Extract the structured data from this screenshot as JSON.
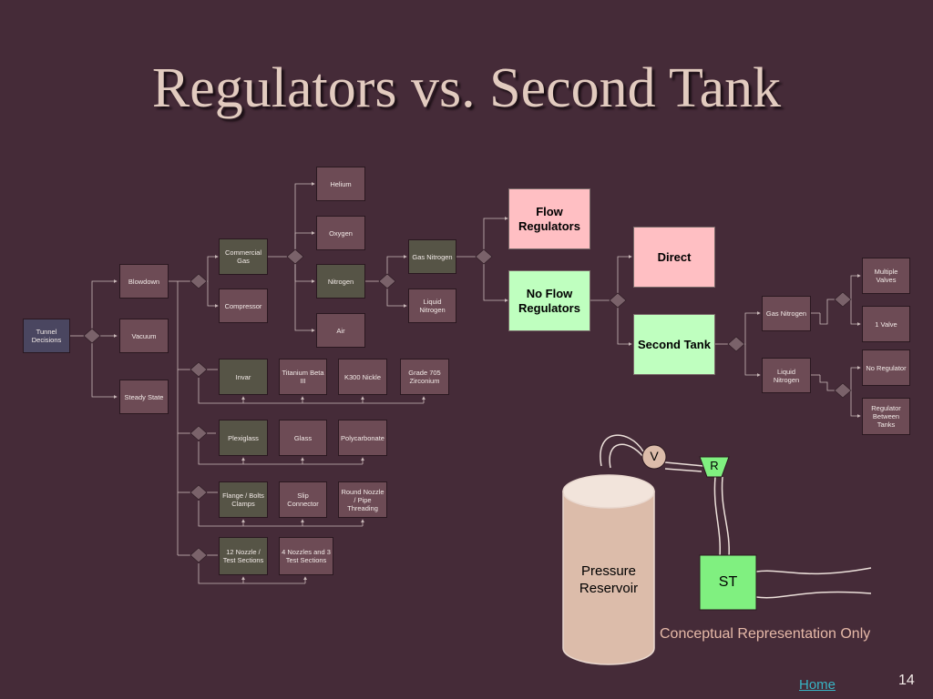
{
  "title": "Regulators vs. Second Tank",
  "tree": {
    "root": "Tunnel Decisions",
    "level1": [
      "Blowdown",
      "Vacuum",
      "Steady State"
    ],
    "gas_supply": [
      "Commercial Gas",
      "Compressor"
    ],
    "gases": [
      "Helium",
      "Oxygen",
      "Nitrogen",
      "Air"
    ],
    "nitrogen_forms": [
      "Gas Nitrogen",
      "Liquid Nitrogen"
    ],
    "materials": [
      "Invar",
      "Titanium Beta III",
      "K300 Nickle",
      "Grade 705 Zirconium"
    ],
    "windows": [
      "Plexiglass",
      "Glass",
      "Polycarbonate"
    ],
    "connections": [
      "Flange / Bolts Clamps",
      "Slip Connector",
      "Round Nozzle / Pipe Threading"
    ],
    "sections": [
      "12 Nozzle / Test Sections",
      "4 Nozzles and 3 Test Sections"
    ]
  },
  "decision": {
    "regulators": [
      "Flow Regulators",
      "No Flow Regulators"
    ],
    "tank": [
      "Direct",
      "Second Tank"
    ],
    "tank_gas": [
      "Gas Nitrogen",
      "Liquid Nitrogen"
    ],
    "valves": [
      "Multiple Valves",
      "1 Valve",
      "No Regulator",
      "Regulator Between Tanks"
    ]
  },
  "schematic": {
    "reservoir": "Pressure Reservoir",
    "valve": "V",
    "regulator": "R",
    "settling_tank": "ST",
    "caption": "Conceptual Representation Only"
  },
  "footer": {
    "home": "Home",
    "page": "14"
  },
  "colors": {
    "background": "#452b38",
    "node": "#6d4b55",
    "olive": "#565446",
    "root": "#4a4660",
    "pink": "#ffbfc3",
    "green": "#bfffbf",
    "st_green": "#80f080",
    "reservoir": "#dcbcaa"
  }
}
